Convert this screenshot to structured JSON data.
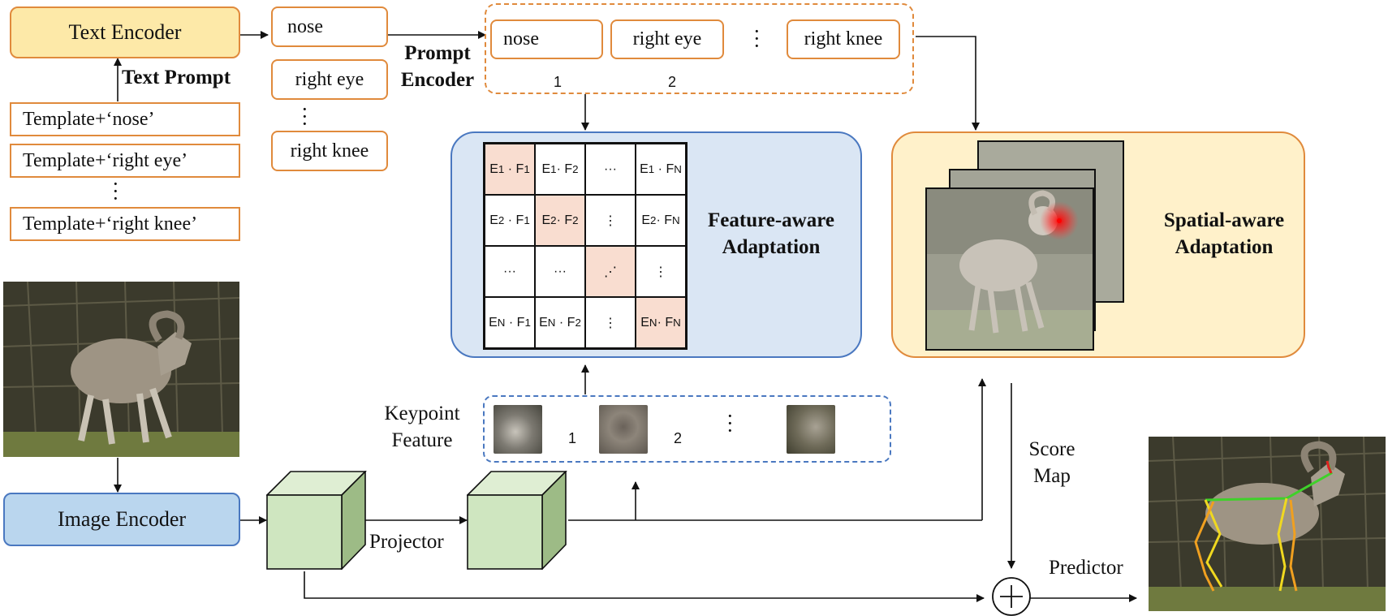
{
  "text_encoder": {
    "label": "Text Encoder"
  },
  "image_encoder": {
    "label": "Image Encoder"
  },
  "text_prompt": {
    "label": "Text Prompt"
  },
  "templates": [
    "Template+‘nose’",
    "Template+‘right eye’",
    "Template+‘right knee’"
  ],
  "keypoint_names": [
    "nose",
    "right eye",
    "right knee"
  ],
  "prompt_encoder": {
    "line1": "Prompt",
    "line2": "Encoder"
  },
  "prompt_tokens": [
    "nose",
    "right eye",
    "right knee"
  ],
  "prompt_indices": [
    "1",
    "2"
  ],
  "feature_aware": {
    "line1": "Feature-aware",
    "line2": "Adaptation"
  },
  "spatial_aware": {
    "line1": "Spatial-aware",
    "line2": "Adaptation"
  },
  "matrix": [
    [
      "E1·F1",
      "E1·F2",
      "···",
      "E1·FN"
    ],
    [
      "E2·F1",
      "E2·F2",
      "⋮",
      "E2·FN"
    ],
    [
      "···",
      "···",
      "⋰",
      "⋮"
    ],
    [
      "EN·F1",
      "EN·F2",
      "⋮",
      "EN·FN"
    ]
  ],
  "keypoint_feature": {
    "line1": "Keypoint",
    "line2": "Feature",
    "indices": [
      "1",
      "2"
    ]
  },
  "projector": {
    "label": "Projector"
  },
  "score_map": {
    "line1": "Score",
    "line2": "Map"
  },
  "predictor": {
    "label": "Predictor"
  },
  "colors": {
    "orange": "#e08a3c",
    "blue": "#4a78c0",
    "yellow_fill": "#fde9a8",
    "blue_fill": "#bad6ee",
    "cube_green": "#cfe6c0",
    "highlight": "#f9ddd0"
  }
}
